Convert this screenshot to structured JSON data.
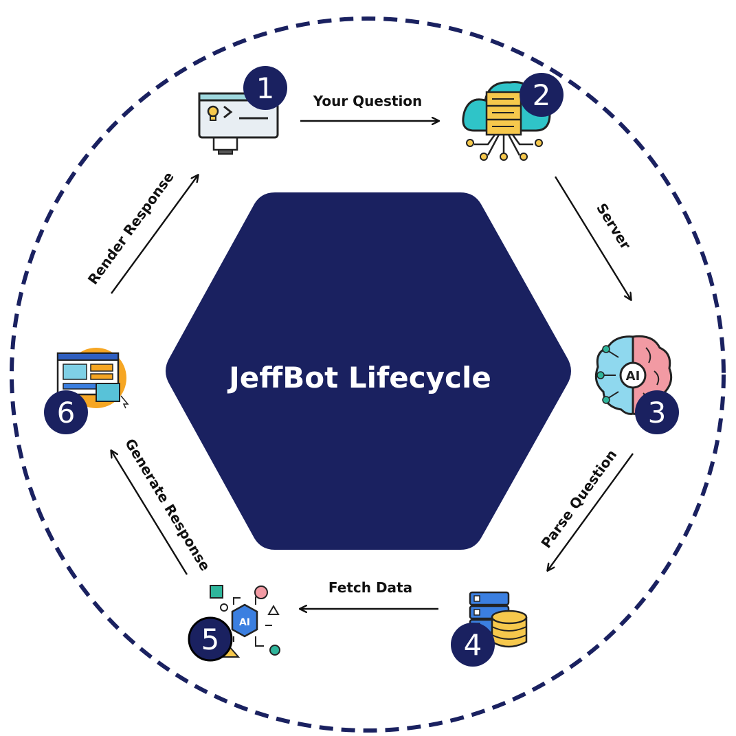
{
  "title": "JeffBot Lifecycle",
  "colors": {
    "navy": "#1a2160",
    "dash": "#1a2160",
    "arrow": "#111111"
  },
  "steps": [
    {
      "number": "1",
      "icon": "computer-code-icon"
    },
    {
      "number": "2",
      "icon": "cloud-server-icon"
    },
    {
      "number": "3",
      "icon": "ai-brain-icon"
    },
    {
      "number": "4",
      "icon": "database-icon"
    },
    {
      "number": "5",
      "icon": "ai-chip-icon"
    },
    {
      "number": "6",
      "icon": "monitor-ui-icon"
    }
  ],
  "edges": {
    "your_question": "Your Question",
    "server": "Server",
    "parse_question": "Parse Question",
    "fetch_data": "Fetch Data",
    "generate_response": "Generate Response",
    "render_response": "Render Response"
  }
}
